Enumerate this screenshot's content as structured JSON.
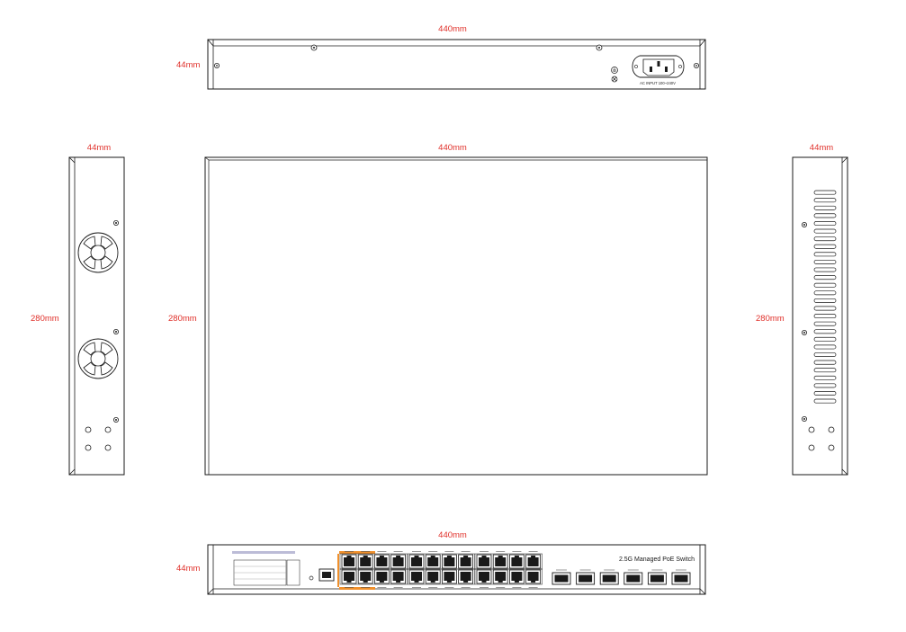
{
  "colors": {
    "dimension": "#e0302a",
    "outline": "#1a1a1a",
    "port_highlight": "#f0902c"
  },
  "rear_view": {
    "width_label": "440mm",
    "height_label": "44mm",
    "power_label": "AC INPUT 100~240V",
    "icons": [
      "ground-symbol-icon",
      "power-inlet-icon",
      "screw-icon"
    ]
  },
  "left_side_view": {
    "width_label": "44mm",
    "height_label": "280mm",
    "fan_count": 2,
    "icons": [
      "fan-icon",
      "screw-icon",
      "mount-hole-icon"
    ]
  },
  "top_view": {
    "width_label": "440mm",
    "height_label": "280mm"
  },
  "right_side_view": {
    "width_label": "44mm",
    "height_label": "280mm",
    "vent_slot_count": 28,
    "icons": [
      "vent-slot-icon",
      "screw-icon",
      "mount-hole-icon"
    ]
  },
  "front_view": {
    "width_label": "440mm",
    "height_label": "44mm",
    "product_name": "2.5G Managed PoE Switch",
    "rj45_port_count": 24,
    "sfp_port_count": 6,
    "icons": [
      "rj45-port-icon",
      "sfp-port-icon",
      "console-port-icon",
      "reset-button-icon"
    ]
  }
}
